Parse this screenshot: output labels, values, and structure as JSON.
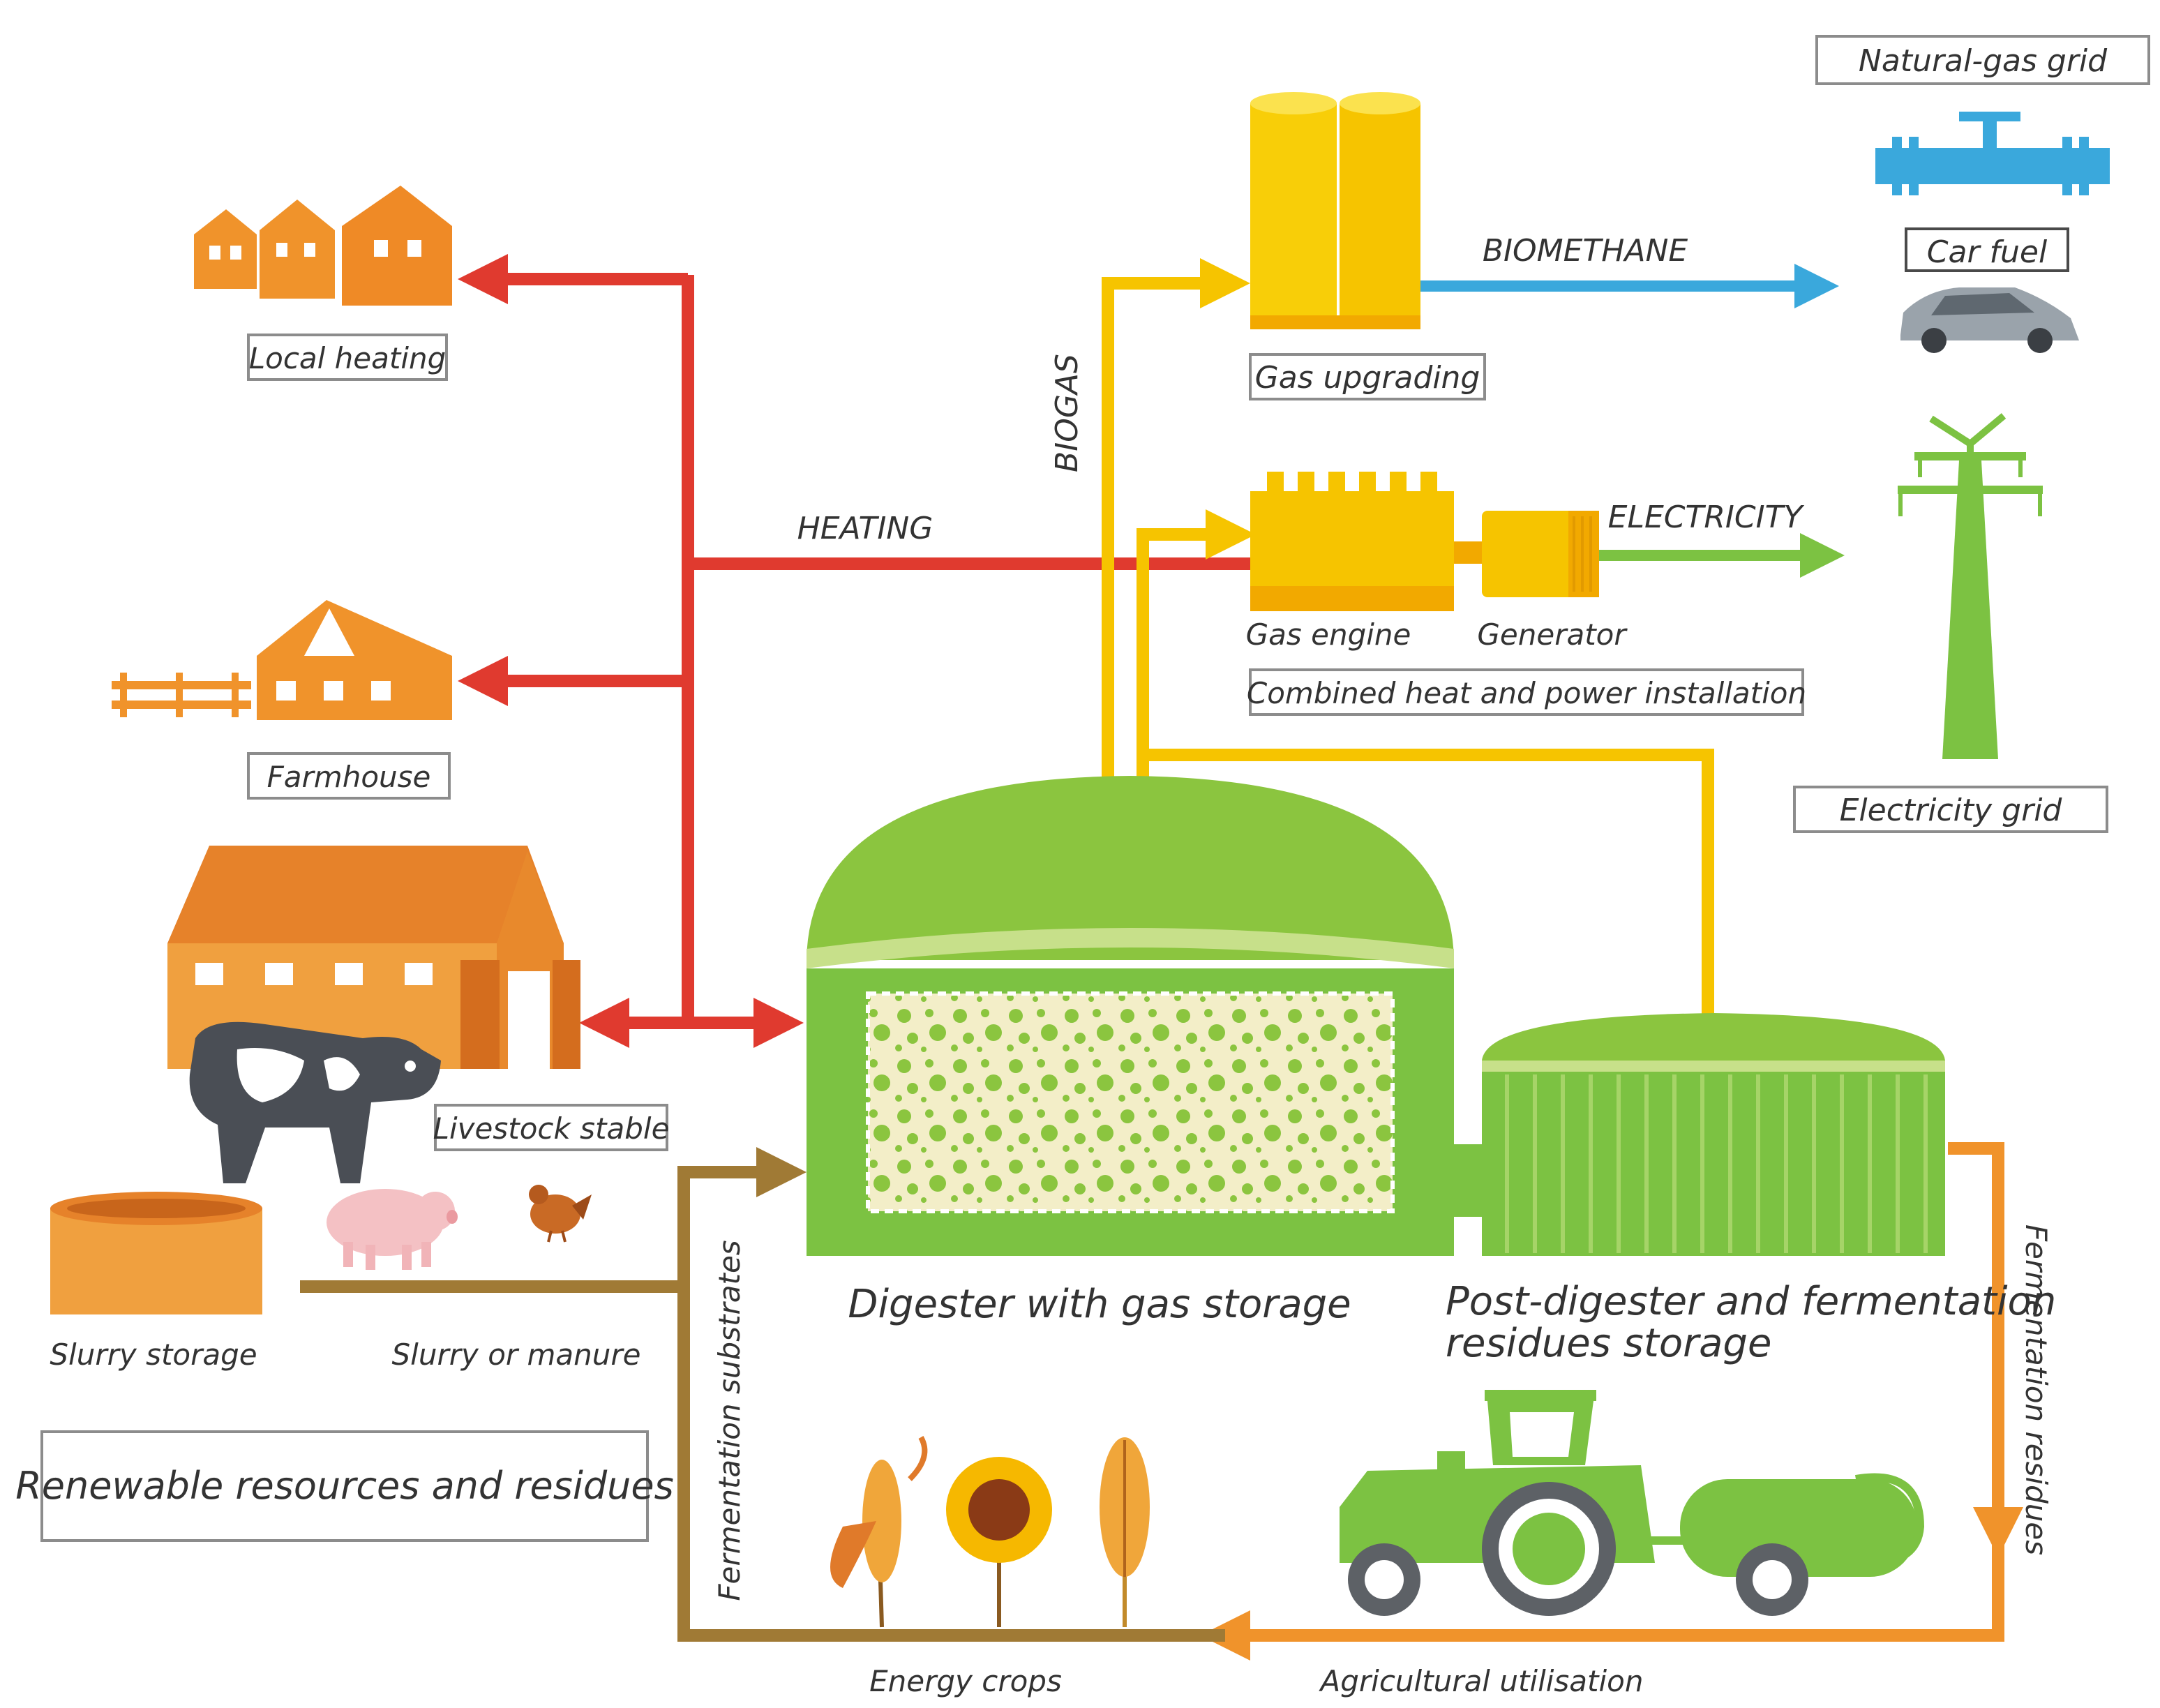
{
  "labels": {
    "natural_gas_grid": "Natural-gas grid",
    "car_fuel": "Car fuel",
    "biomethane": "BIOMETHANE",
    "gas_upgrading": "Gas upgrading",
    "biogas": "BIOGAS",
    "heating": "HEATING",
    "electricity": "ELECTRICITY",
    "gas_engine": "Gas engine",
    "generator": "Generator",
    "chp": "Combined heat and power installation",
    "electricity_grid": "Electricity grid",
    "local_heating": "Local heating",
    "farmhouse": "Farmhouse",
    "livestock_stable": "Livestock stable",
    "slurry_storage": "Slurry storage",
    "slurry_or_manure": "Slurry or manure",
    "renewable": "Renewable resources and residues",
    "fermentation_substrates": "Fermentation substrates",
    "digester": "Digester with gas storage",
    "post_digester_1": "Post-digester and fermentation",
    "post_digester_2": "residues storage",
    "fermentation_residues": "Fermentation residues",
    "energy_crops": "Energy crops",
    "agricultural_utilisation": "Agricultural utilisation"
  },
  "colors": {
    "heating": "#e03a2f",
    "biogas": "#f6c400",
    "biomethane": "#3aa8dc",
    "electricity": "#7cc242",
    "green": "#8bc53f",
    "orange": "#f0932b",
    "brown": "#a07a35"
  }
}
